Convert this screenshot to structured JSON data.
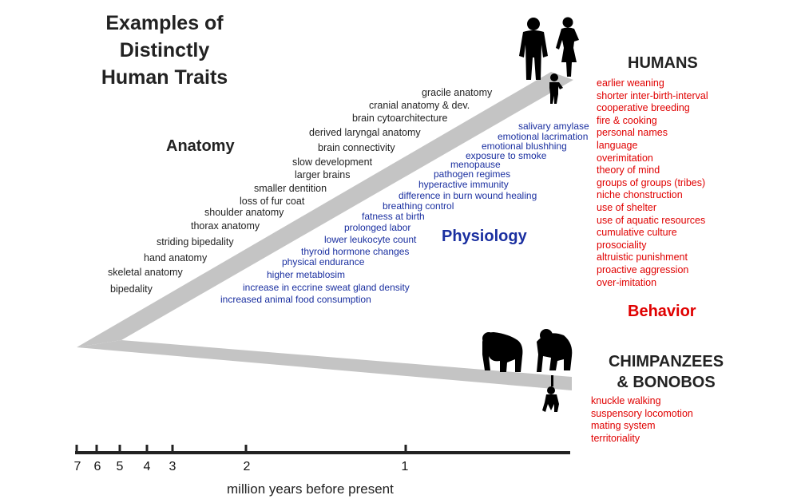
{
  "title": [
    "Examples of",
    "Distinctly",
    "Human Traits"
  ],
  "sections": {
    "anatomy": "Anatomy",
    "physiology": "Physiology",
    "behavior": "Behavior"
  },
  "groups": {
    "humans": "HUMANS",
    "chimps_line1": "CHIMPANZEES",
    "chimps_line2": "& BONOBOS"
  },
  "anatomy_traits": [
    "gracile anatomy",
    "cranial anatomy & dev.",
    "brain cytoarchitecture",
    "derived laryngal anatomy",
    "brain connectivity",
    "slow development",
    "larger brains",
    "smaller dentition",
    "loss of fur coat",
    "shoulder anatomy",
    "thorax anatomy",
    "striding bipedality",
    "hand anatomy",
    "skeletal anatomy",
    "bipedality"
  ],
  "physiology_traits": [
    "salivary amylase",
    "emotional lacrimation",
    "emotional blushhing",
    "exposure to smoke",
    "menopause",
    "pathogen regimes",
    "hyperactive immunity",
    "difference in burn wound healing",
    "breathing control",
    "fatness at birth",
    "prolonged labor",
    "lower leukocyte count",
    "thyroid hormone changes",
    "physical endurance",
    "higher metablosim",
    "increase in eccrine sweat gland density",
    "increased animal food consumption"
  ],
  "human_behaviors": [
    "earlier weaning",
    "shorter inter-birth-interval",
    "cooperative breeding",
    "fire & cooking",
    "personal names",
    "language",
    "overimitation",
    "theory of mind",
    "groups of groups (tribes)",
    "niche chonstruction",
    "use of shelter",
    "use of aquatic resources",
    "cumulative culture",
    "prosociality",
    "altruistic punishment",
    "proactive aggression",
    "over-imitation"
  ],
  "chimp_behaviors": [
    "knuckle walking",
    "suspensory locomotion",
    "mating system",
    "territoriality"
  ],
  "axis": {
    "ticks": [
      "7",
      "6",
      "5",
      "4",
      "3",
      "2",
      "1"
    ],
    "label": "million years before present"
  },
  "colors": {
    "branch": "#c4c4c4",
    "physiology_blue": "#1a2fa0",
    "behavior_red": "#e00000",
    "text_dark": "#222222"
  }
}
